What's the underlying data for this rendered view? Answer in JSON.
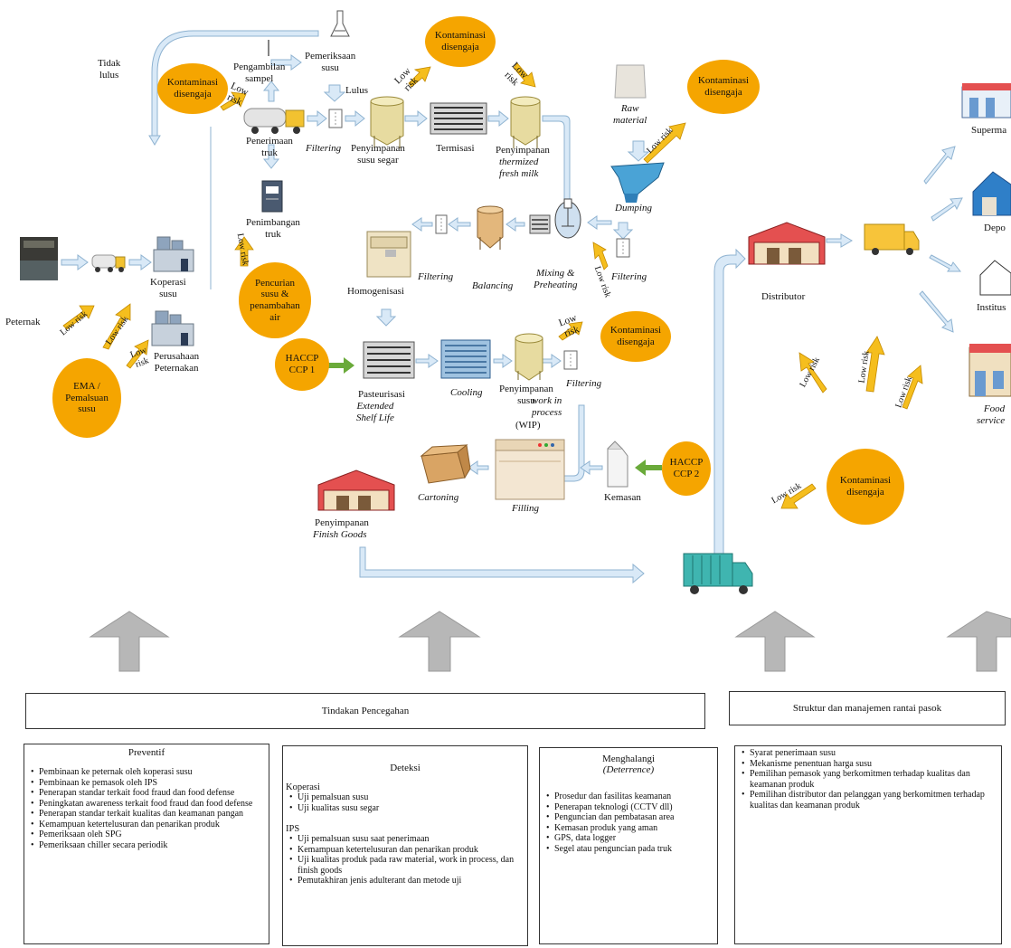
{
  "nodes": {
    "peternak": "Peternak",
    "koperasi": "Koperasi\nsusu",
    "perusahaan": "Perusahaan\nPeternakan",
    "tidak_lulus": "Tidak\nlulus",
    "pengambilan": "Pengambilan\nsampel",
    "pemeriksaan": "Pemeriksaan\nsusu",
    "lulus": "Lulus",
    "penerimaan": "Penerimaan\ntruk",
    "penimbangan": "Penimbangan\ntruk",
    "filtering1": "Filtering",
    "penyimpanan_segar": "Penyimpanan\nsusu segar",
    "termisasi": "Termisasi",
    "penyimpanan_thermized": "Penyimpanan",
    "penyimpanan_thermized_it": "thermized\nfresh milk",
    "raw_material": "Raw\nmaterial",
    "dumping": "Dumping",
    "filtering2": "Filtering",
    "mixing": "Mixing &\nPreheating",
    "balancing": "Balancing",
    "filtering3": "Filtering",
    "homogenisasi": "Homogenisasi",
    "pasteurisasi": "Pasteurisasi",
    "pasteurisasi_it": "Extended\nShelf Life",
    "cooling": "Cooling",
    "penyimpanan_wip": "Penyimpanan\nsusu",
    "penyimpanan_wip_it": "work in\nprocess",
    "wip": "(WIP)",
    "filtering4": "Filtering",
    "kemasan": "Kemasan",
    "filling": "Filling",
    "cartoning": "Cartoning",
    "penyimpanan_fg": "Penyimpanan",
    "penyimpanan_fg_it": "Finish Goods",
    "distributor": "Distributor",
    "supermarket": "Superma",
    "depo": "Depo",
    "institusi": "Institus",
    "food_service": "Food\nservice"
  },
  "badges": {
    "kontaminasi": "Kontaminasi\ndisengaja",
    "pencurian": "Pencurian\nsusu &\npenambahan\nair",
    "ema": "EMA /\nPemalsuan\nsusu",
    "haccp1": "HACCP\nCCP 1",
    "haccp2": "HACCP\nCCP 2"
  },
  "risk_label": "Low risk",
  "risk_label_broken": "Low\nrisk",
  "categories": {
    "tindakan": "Tindakan Pencegahan",
    "struktur": "Struktur dan manajemen rantai pasok"
  },
  "preventif": {
    "title": "Preventif",
    "items": [
      "Pembinaan ke peternak oleh koperasi susu",
      "Pembinaan ke pemasok oleh IPS",
      "Penerapan standar terkait food fraud dan food defense",
      "Peningkatan awareness terkait food fraud dan food defense",
      "Penerapan standar terkait kualitas dan keamanan pangan",
      "Kemampuan ketertelusuran dan penarikan produk",
      "Pemeriksaan oleh SPG",
      "Pemeriksaan chiller secara periodik"
    ]
  },
  "deteksi": {
    "title": "Deteksi",
    "koperasi_label": "Koperasi",
    "koperasi_items": [
      "Uji pemalsuan susu",
      "Uji kualitas susu segar"
    ],
    "ips_label": "IPS",
    "ips_items": [
      "Uji pemalsuan susu saat penerimaan",
      "Kemampuan ketertelusuran dan penarikan produk",
      "Uji kualitas produk pada raw material, work in process, dan finish goods",
      "Pemutakhiran jenis adulterant dan metode uji"
    ]
  },
  "menghalangi": {
    "title": "Menghalangi",
    "subtitle": "(Deterrence)",
    "items": [
      "Prosedur dan fasilitas keamanan",
      "Penerapan teknologi (CCTV dll)",
      "Penguncian dan pembatasan area",
      "Kemasan produk yang aman",
      "GPS, data logger",
      "Segel atau penguncian pada truk"
    ]
  },
  "struktur_box": {
    "items": [
      "Syarat penerimaan susu",
      "Mekanisme penentuan harga susu",
      "Pemilihan pemasok yang berkomitmen terhadap kualitas dan keamanan produk",
      "Pemilihan distributor dan pelanggan yang berkomitmen terhadap kualitas dan keamanan produk"
    ]
  },
  "colors": {
    "badge": "#f5a500",
    "risk_arrow": "#f5be1e",
    "flow_arrow": "#d9e9f7",
    "flow_arrow_stroke": "#8fb3d1",
    "up_arrow": "#b7b7b7",
    "haccp_arrow": "#6aaa3a",
    "truck_teal": "#3fb5b0",
    "truck_yellow": "#f7c43a"
  }
}
